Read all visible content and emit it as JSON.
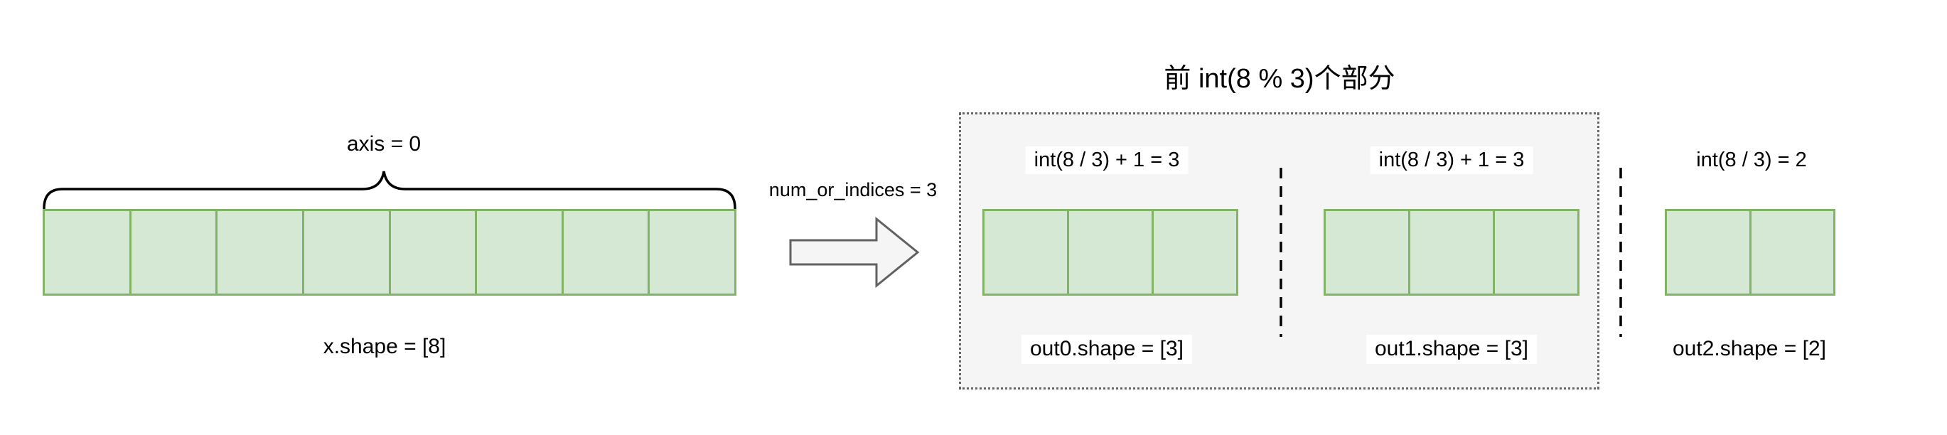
{
  "diagram": {
    "input": {
      "axis_label": "axis = 0",
      "shape_label": "x.shape = [8]",
      "cells": 8
    },
    "transform": {
      "param_label": "num_or_indices = 3"
    },
    "group_box": {
      "title": "前 int(8 % 3)个部分"
    },
    "outputs": [
      {
        "formula": "int(8 / 3) + 1 = 3",
        "shape_label": "out0.shape = [3]",
        "cells": 3,
        "inside_box": true
      },
      {
        "formula": "int(8 / 3) + 1 = 3",
        "shape_label": "out1.shape = [3]",
        "cells": 3,
        "inside_box": true
      },
      {
        "formula": "int(8 / 3) = 2",
        "shape_label": "out2.shape = [2]",
        "cells": 2,
        "inside_box": false
      }
    ],
    "colors": {
      "cell_fill": "#d5e8d4",
      "cell_stroke": "#82b366",
      "box_fill": "#f5f5f5",
      "box_stroke": "#666666",
      "arrow_fill": "#f5f5f5",
      "arrow_stroke": "#616161",
      "line_color": "#000000"
    }
  }
}
